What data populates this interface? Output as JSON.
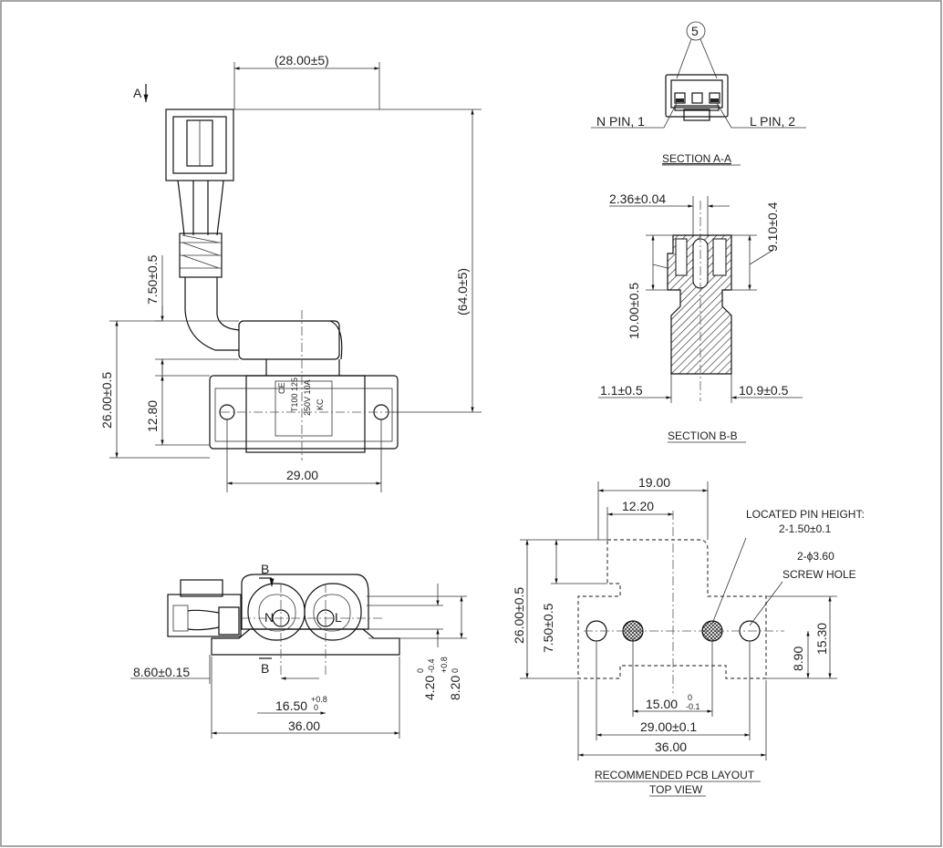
{
  "views": {
    "view_arrow": "A",
    "section_a_a": {
      "title": "SECTION A-A",
      "balloon": "5",
      "n_pin": "N PIN, 1",
      "l_pin": "L PIN, 2"
    },
    "section_b_b": {
      "title": "SECTION B-B",
      "dim_width": "2.36±0.04",
      "dim_right": "9.10±0.4",
      "dim_height": "10.00±0.5",
      "dim_left_bottom": "1.1±0.5",
      "dim_right_bottom": "10.9±0.5"
    },
    "front_view": {
      "dim_top": "(28.00±5)",
      "dim_total_height": "(64.0±5)",
      "dim_left_upper": "7.50±0.5",
      "dim_left_total": "26.00±0.5",
      "dim_left_lower": "12.80",
      "dim_bottom": "29.00"
    },
    "top_view": {
      "section_mark": "B",
      "label_n": "N",
      "label_l": "L",
      "dim_left": "8.60±0.15",
      "dim_middle": "16.50",
      "dim_middle_tol_upper": "+0.8",
      "dim_middle_tol_lower": "0",
      "dim_bottom": "36.00",
      "dim_right_1": "4.20",
      "dim_right_1_tol_upper": "0",
      "dim_right_1_tol_lower": "-0.4",
      "dim_right_2": "8.20",
      "dim_right_2_tol_upper": "+0.8",
      "dim_right_2_tol_lower": "0"
    },
    "pcb_layout": {
      "title": "RECOMMENDED PCB LAYOUT",
      "subtitle": "TOP VIEW",
      "dim_top_1": "19.00",
      "dim_top_2": "12.20",
      "pin_note_1": "LOCATED PIN HEIGHT:",
      "pin_note_2": "2-1.50±0.1",
      "hole_note_1": "2-ϕ3.60",
      "hole_note_2": "SCREW HOLE",
      "dim_left_total": "26.00±0.5",
      "dim_left_inner": "7.50±0.5",
      "dim_right_1": "8.90",
      "dim_right_2": "15.30",
      "dim_pins": "15.00",
      "dim_pins_tol_upper": "0",
      "dim_pins_tol_lower": "-0.1",
      "dim_holes": "29.00±0.1",
      "dim_total": "36.00"
    }
  }
}
